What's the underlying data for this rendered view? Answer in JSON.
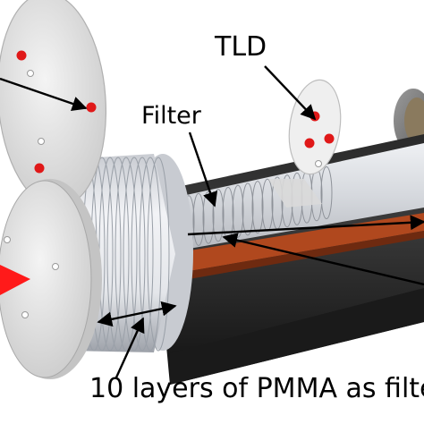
{
  "labels": {
    "tld": "TLD",
    "filter": "Filter",
    "pmma": "10 layers of PMMA as filte"
  },
  "colors": {
    "dose_marker": "#e01818",
    "copper_strip": "#b0481e",
    "inner_tube": "#1d1d1d",
    "arrow_tip": "#ff1a1a"
  }
}
